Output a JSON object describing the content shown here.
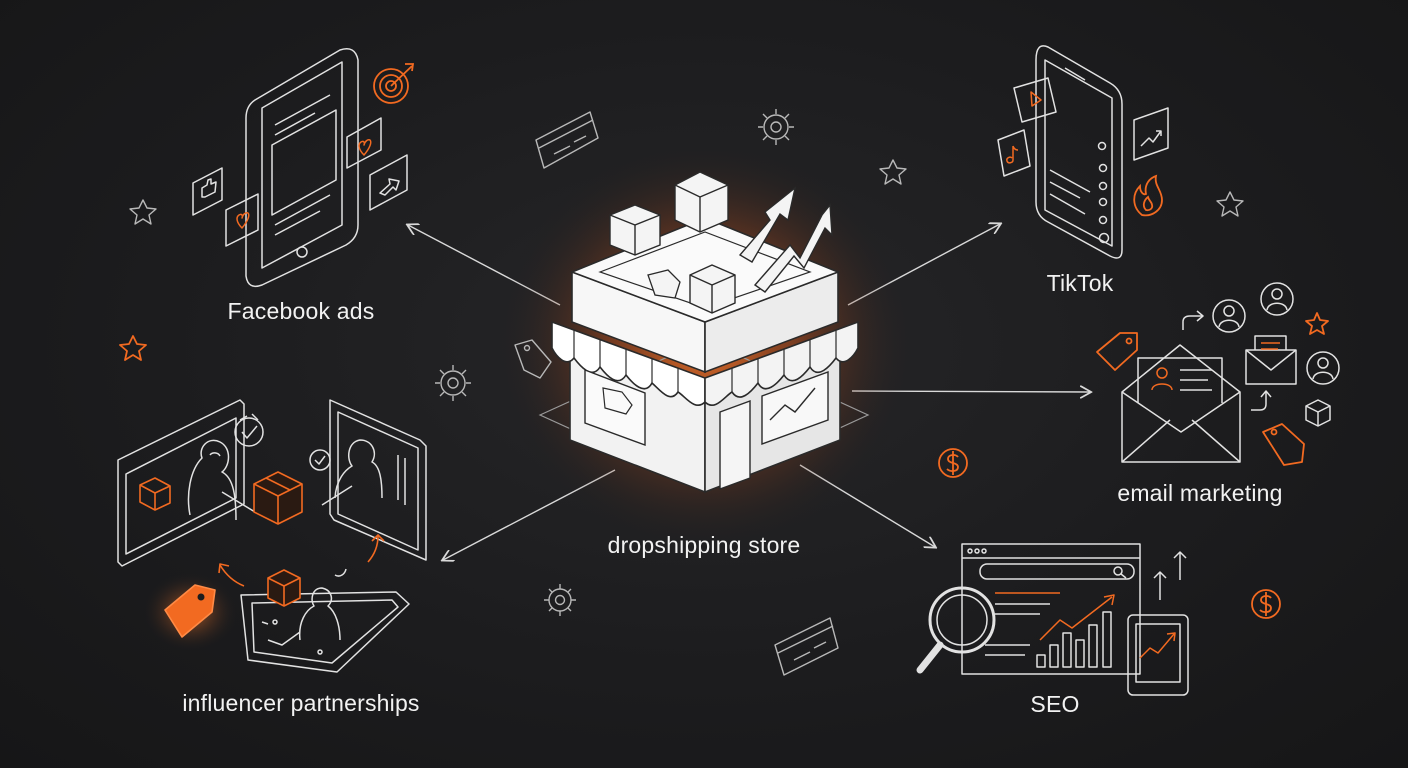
{
  "diagram": {
    "center": {
      "label": "dropshipping store"
    },
    "channels": [
      {
        "id": "facebook",
        "label": "Facebook ads"
      },
      {
        "id": "tiktok",
        "label": "TikTok"
      },
      {
        "id": "email",
        "label": "email marketing"
      },
      {
        "id": "seo",
        "label": "SEO"
      },
      {
        "id": "influencer",
        "label": "influencer partnerships"
      }
    ]
  },
  "colors": {
    "background": "#1c1c1e",
    "line": "#d9d9d9",
    "accent": "#f26a21",
    "store_fill": "#f4f4f4",
    "glow": "#e0601c"
  }
}
